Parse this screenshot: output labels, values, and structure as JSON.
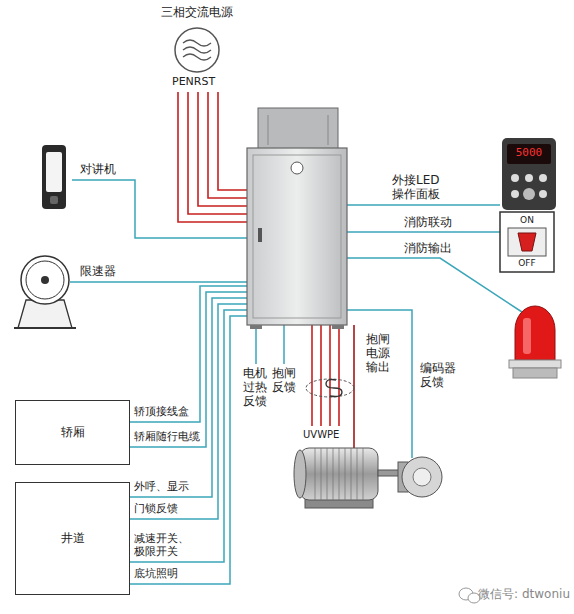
{
  "diagram": {
    "nodes": [
      {
        "text": [
          "轿厢"
        ]
      },
      {
        "text": [
          "井道"
        ]
      }
    ],
    "labels": [
      "三相交流电源",
      "PENRST",
      "对讲机",
      "限速器",
      "轿顶接线盒",
      "轿厢随行电缆",
      "外呼、显示",
      "门锁反馈",
      "减速开关、极限开关",
      "底坑照明",
      "电机过热反馈",
      "抱闸反馈",
      "抱闸电源输出",
      "UVWPE",
      "编码器反馈",
      "外接LED操作面板",
      "消防联动",
      "消防输出",
      "5000",
      "ON",
      "OFF",
      "微信号: dtwoniu"
    ]
  }
}
